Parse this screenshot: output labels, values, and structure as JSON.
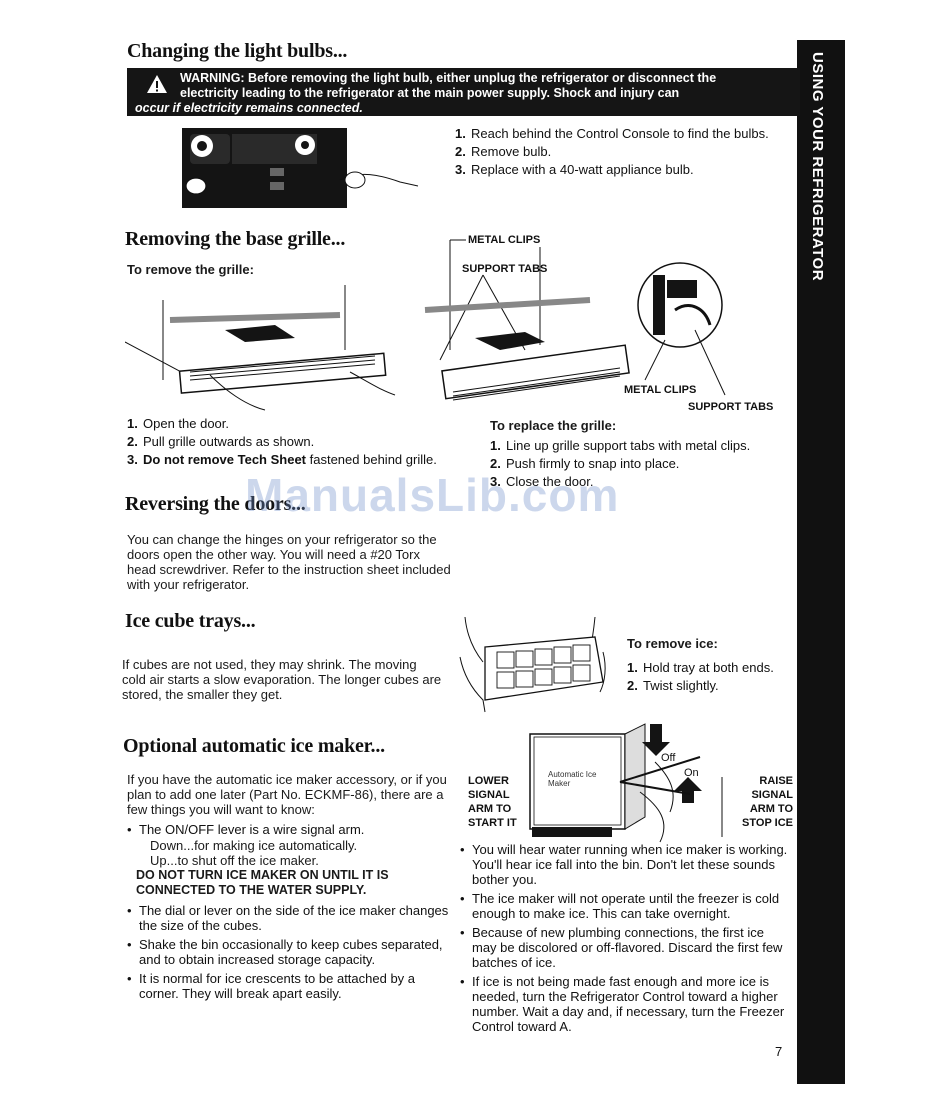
{
  "sidebar": {
    "section_title": "USING YOUR REFRIGERATOR"
  },
  "light_bulbs": {
    "title": "Changing the light bulbs...",
    "warning_line1": "WARNING: Before removing the light bulb, either unplug the refrigerator or disconnect the",
    "warning_line2": "electricity leading to the refrigerator at the main power supply. Shock and injury can",
    "warning_line3": "occur if electricity remains connected.",
    "steps": [
      {
        "num": "1.",
        "text": "Reach behind the Control Console to find the bulbs."
      },
      {
        "num": "2.",
        "text": "Remove bulb."
      },
      {
        "num": "3.",
        "text": "Replace with a 40-watt appliance bulb."
      }
    ]
  },
  "base_grille": {
    "title": "Removing the base grille...",
    "remove_heading": "To remove the grille:",
    "remove_steps": [
      {
        "num": "1.",
        "text": "Open the door."
      },
      {
        "num": "2.",
        "text": "Pull grille outwards as shown."
      },
      {
        "num": "3.",
        "bold": "Do not remove Tech Sheet",
        "text": " fastened behind grille."
      }
    ],
    "label_metal_clips_top": "METAL CLIPS",
    "label_support_tabs_top": "SUPPORT TABS",
    "label_metal_clips_bottom": "METAL CLIPS",
    "label_support_tabs_bottom": "SUPPORT TABS",
    "replace_heading": "To replace the grille:",
    "replace_steps": [
      {
        "num": "1.",
        "text": "Line up grille support tabs with metal clips."
      },
      {
        "num": "2.",
        "text": "Push firmly to snap into place."
      },
      {
        "num": "3.",
        "text": "Close the door."
      }
    ]
  },
  "reversing": {
    "title": "Reversing the doors...",
    "body": "You can change the hinges on your refrigerator so the doors open the other way. You will need a #20 Torx head screwdriver. Refer to the instruction sheet included with your refrigerator."
  },
  "ice_trays": {
    "title": "Ice cube trays...",
    "body": "If cubes are not used, they may shrink. The moving cold air starts a slow evaporation. The longer cubes are stored, the smaller they get.",
    "remove_heading": "To remove ice:",
    "steps": [
      {
        "num": "1.",
        "text": "Hold tray at both ends."
      },
      {
        "num": "2.",
        "text": "Twist slightly."
      }
    ]
  },
  "ice_maker": {
    "title": "Optional automatic ice maker...",
    "intro": "If you have the automatic ice maker accessory, or if you plan to add one later (Part No. ECKMF-86), there are a few things you will want to know:",
    "bullet1": "The ON/OFF lever is a wire signal arm.",
    "down_line": "Down...for making ice automatically.",
    "up_line": "Up...to shut off the ice maker.",
    "caution": "DO NOT TURN ICE MAKER ON UNTIL IT IS CONNECTED TO THE WATER SUPPLY.",
    "left_bullets": [
      "The dial or lever on the side of the ice maker changes the size of the cubes.",
      "Shake the bin occasionally to keep cubes separated, and to obtain increased storage capacity.",
      "It is normal for ice crescents to be attached by a corner. They will break apart easily."
    ],
    "label_lower": "LOWER SIGNAL ARM TO START IT",
    "label_raise": "RAISE SIGNAL ARM TO STOP ICE",
    "label_off": "Off",
    "label_on": "On",
    "unit_label": "Automatic Ice Maker",
    "right_bullets": [
      "You will hear water running when ice maker is working. You'll hear ice fall into the bin. Don't let these sounds bother you.",
      "The ice maker will not operate until the freezer is cold enough to make ice. This can take overnight.",
      "Because of new plumbing connections, the first ice may be discolored or off-flavored. Discard the first few batches of ice.",
      "If ice is not being made fast enough and more ice is needed, turn the Refrigerator Control toward a higher number. Wait a day and, if necessary, turn the Freezer Control toward A."
    ]
  },
  "page_number": "7",
  "watermark": "ManualsLib.com"
}
